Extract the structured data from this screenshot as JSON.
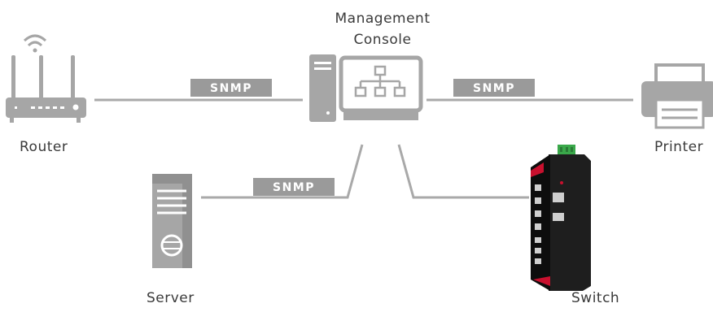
{
  "diagram": {
    "console": {
      "label_line1": "Management",
      "label_line2": "Console"
    },
    "router": {
      "label": "Router",
      "icon": "router-icon"
    },
    "printer": {
      "label": "Printer",
      "icon": "printer-icon"
    },
    "server": {
      "label": "Server",
      "icon": "server-icon"
    },
    "switch": {
      "label": "Switch",
      "icon": "industrial-switch-icon"
    },
    "links": [
      {
        "from": "Router",
        "to": "Management Console",
        "label": "SNMP"
      },
      {
        "from": "Management Console",
        "to": "Printer",
        "label": "SNMP"
      },
      {
        "from": "Server",
        "to": "Management Console",
        "label": "SNMP"
      },
      {
        "from": "Management Console",
        "to": "Switch",
        "label": ""
      }
    ],
    "colors": {
      "line": "#a9a9a9",
      "tag": "#9a9a9a",
      "icon": "#a6a6a6",
      "switch_accent": "#c8102e",
      "switch_terminal": "#3aa84a"
    }
  }
}
